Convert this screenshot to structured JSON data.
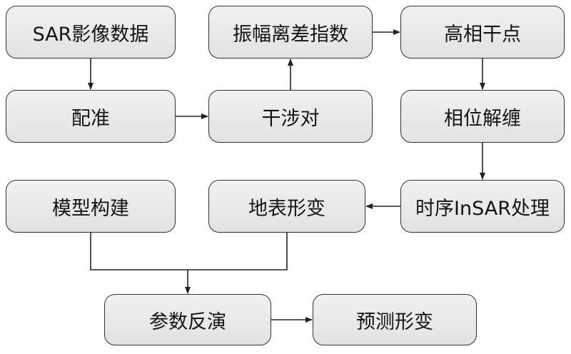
{
  "diagram": {
    "nodes": {
      "sar_data": "SAR影像数据",
      "coregistration": "配准",
      "interferometry": "干涉对",
      "amplitude_dispersion": "振幅离差指数",
      "high_coherence_points": "高相干点",
      "phase_unwrapping": "相位解缠",
      "ts_insar_processing": "时序InSAR处理",
      "surface_deformation": "地表形变",
      "model_construction": "模型构建",
      "parameter_inversion": "参数反演",
      "deformation_prediction": "预测形变"
    },
    "edges": [
      [
        "SAR影像数据",
        "配准"
      ],
      [
        "配准",
        "干涉对"
      ],
      [
        "干涉对",
        "振幅离差指数"
      ],
      [
        "振幅离差指数",
        "高相干点"
      ],
      [
        "高相干点",
        "相位解缠"
      ],
      [
        "相位解缠",
        "时序InSAR处理"
      ],
      [
        "时序InSAR处理",
        "地表形变"
      ],
      [
        "模型构建",
        "参数反演"
      ],
      [
        "地表形变",
        "参数反演"
      ],
      [
        "参数反演",
        "预测形变"
      ]
    ],
    "line_color": "#222222",
    "node_fill": "#e8e8e8"
  }
}
